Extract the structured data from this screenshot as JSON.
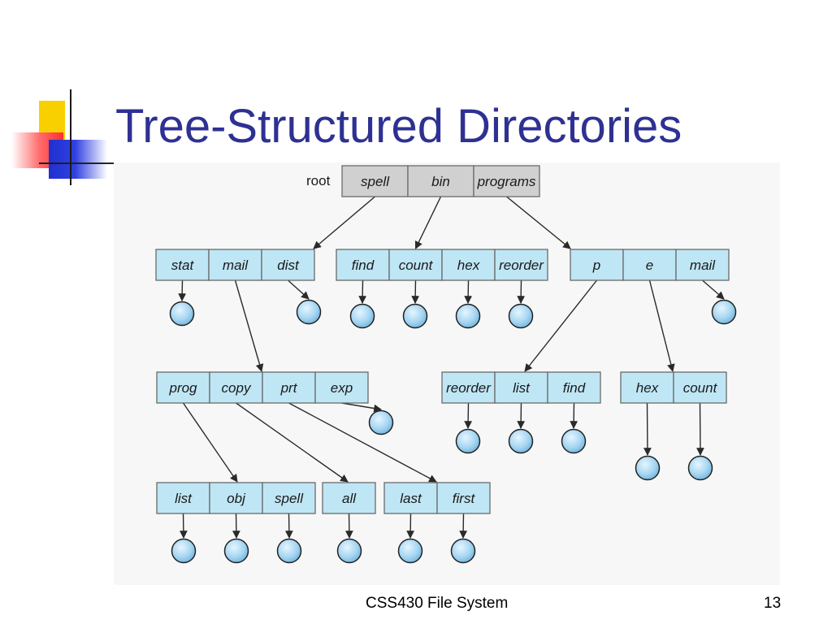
{
  "slide": {
    "title": "Tree-Structured Directories",
    "footer_center": "CSS430 File System",
    "footer_right": "13"
  },
  "colors": {
    "title": "#2e3192",
    "root_cell": "#d0d0d0",
    "dir_cell": "#bfe6f5",
    "file_node": "#a6d6f2",
    "accent_yellow": "#f8d000",
    "accent_red": "#ff3030",
    "accent_blue": "#2030d0"
  },
  "diagram": {
    "root_label": "root",
    "directories": [
      {
        "id": "root",
        "cells": [
          "spell",
          "bin",
          "programs"
        ]
      },
      {
        "id": "spell_dir",
        "cells": [
          "stat",
          "mail",
          "dist"
        ]
      },
      {
        "id": "bin_dir",
        "cells": [
          "find",
          "count",
          "hex",
          "reorder"
        ]
      },
      {
        "id": "programs_dir",
        "cells": [
          "p",
          "e",
          "mail"
        ]
      },
      {
        "id": "mail_dir",
        "cells": [
          "prog",
          "copy",
          "prt",
          "exp"
        ]
      },
      {
        "id": "p_dir",
        "cells": [
          "reorder",
          "list",
          "find"
        ]
      },
      {
        "id": "e_dir",
        "cells": [
          "hex",
          "count"
        ]
      },
      {
        "id": "prog_dir",
        "cells": [
          "list",
          "obj",
          "spell"
        ]
      },
      {
        "id": "copy_dir",
        "cells": [
          "all"
        ]
      },
      {
        "id": "prt_dir",
        "cells": [
          "last",
          "first"
        ]
      }
    ]
  }
}
